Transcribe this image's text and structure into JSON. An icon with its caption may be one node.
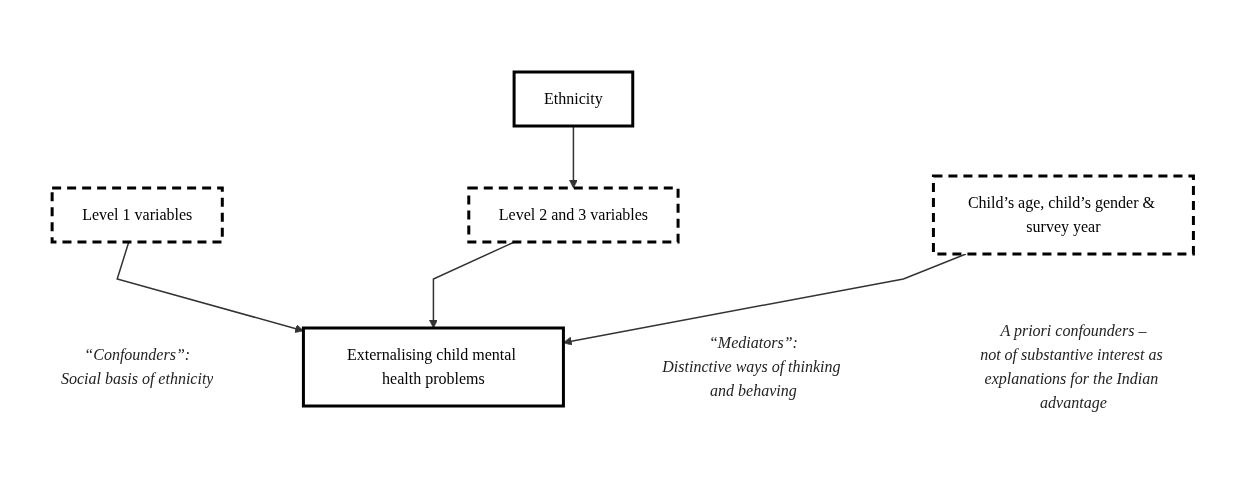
{
  "diagram": {
    "nodes": [
      {
        "text": [
          "Ethnicity"
        ]
      },
      {
        "text": [
          "Level 1 variables"
        ],
        "beside": [
          "“Confounders”:",
          "Social basis of ethnicity"
        ]
      },
      {
        "text": [
          "Level 2 and 3 variables"
        ],
        "beside": [
          "“Mediators”:",
          "Distinctive ways of thinking and behaving"
        ]
      },
      {
        "text": [
          "Externalising child mental health problems"
        ]
      },
      {
        "text": [
          "Child’s age, child’s gender & survey year"
        ],
        "beside": [
          "A priori confounders –",
          "not of substantive interest as explanations for the Indian advantage"
        ]
      }
    ],
    "edges": [
      {
        "from": 0,
        "to": 2,
        "arrow": "to"
      },
      {
        "from": 2,
        "to": 3,
        "arrow": "to"
      },
      {
        "from": 1,
        "to": 3,
        "arrow": "to"
      },
      {
        "from": 4,
        "to": 3,
        "arrow": "to"
      }
    ]
  }
}
